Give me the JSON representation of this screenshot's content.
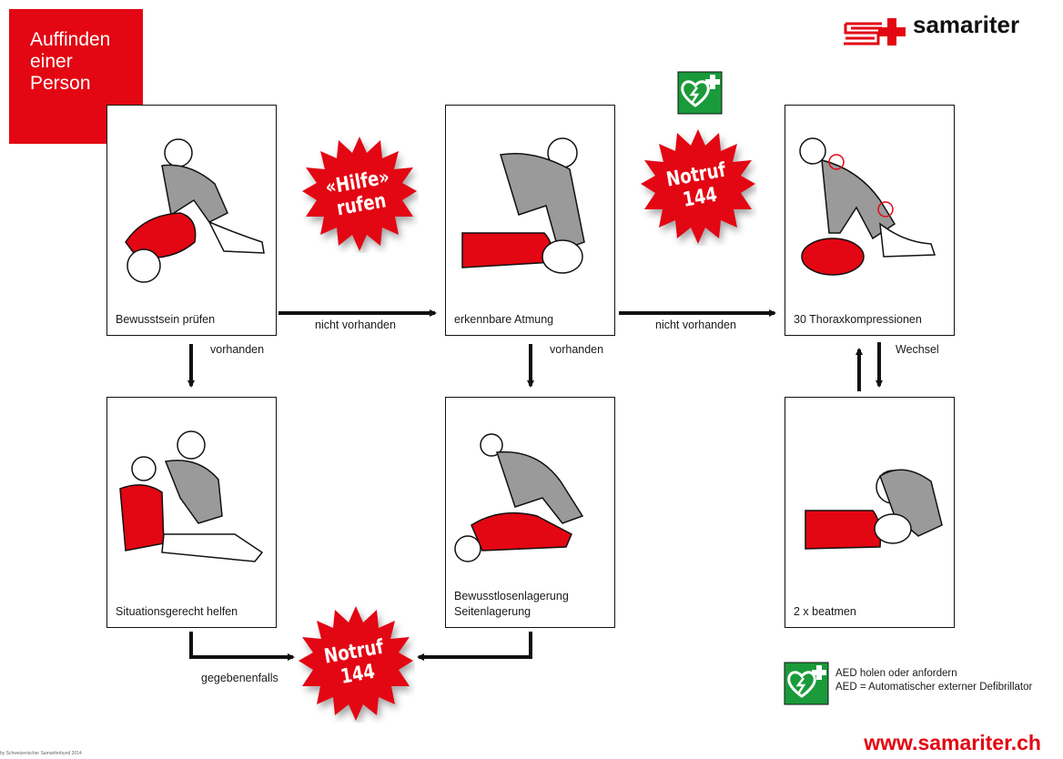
{
  "title": "Auffinden\neiner\nPerson",
  "logo": {
    "text": "samariter",
    "accent_color": "#e30613"
  },
  "colors": {
    "red": "#e30613",
    "aed_green": "#1a9a3a",
    "grey_figure": "#9a9a9a"
  },
  "panels": [
    {
      "id": "consciousness",
      "caption": "Bewusstsein prüfen"
    },
    {
      "id": "breathing",
      "caption": "erkennbare Atmung"
    },
    {
      "id": "compressions",
      "caption": "30 Thoraxkompressionen"
    },
    {
      "id": "help",
      "caption": "Situationsgerecht helfen"
    },
    {
      "id": "recovery",
      "caption": "Bewusstlosenlagerung\nSeitenlagerung"
    },
    {
      "id": "ventilation",
      "caption": "2 x beatmen"
    }
  ],
  "arrow_labels": {
    "a1": "nicht vorhanden",
    "a2": "nicht vorhanden",
    "d1": "vorhanden",
    "d2": "vorhanden",
    "switch": "Wechsel",
    "optional": "gegebenenfalls"
  },
  "bursts": {
    "call_help": "«Hilfe»\nrufen",
    "emergency_top": "Notruf\n144",
    "emergency_bottom": "Notruf\n144"
  },
  "aed_icon": "aed-heart-icon",
  "legend": {
    "line1": "AED holen oder anfordern",
    "line2": "AED = Automatischer externer Defibrillator"
  },
  "footer": {
    "url": "www.samariter.ch",
    "copyright": "by Schweizerischer Samariterbund 2014"
  }
}
